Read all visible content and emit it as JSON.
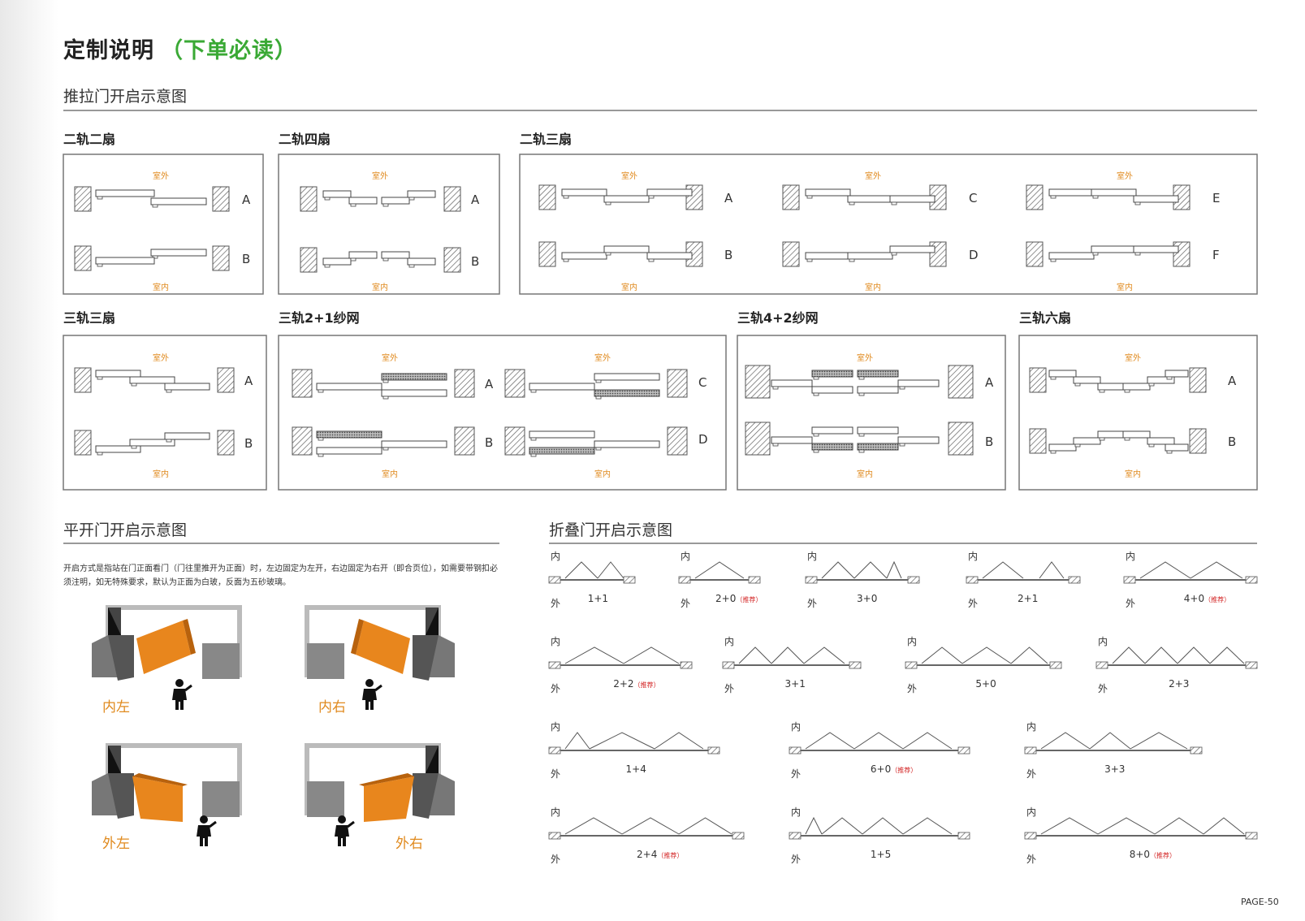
{
  "header": {
    "title_main": "定制说明",
    "title_green": "（下单必读）"
  },
  "sliding": {
    "title": "推拉门开启示意图",
    "outdoor": "室外",
    "indoor": "室内",
    "groups": {
      "g1": {
        "name": "二轨二扇",
        "labels": [
          "A",
          "B"
        ]
      },
      "g2": {
        "name": "二轨四扇",
        "labels": [
          "A",
          "B"
        ]
      },
      "g3": {
        "name": "二轨三扇",
        "labels": [
          "A",
          "B",
          "C",
          "D",
          "E",
          "F"
        ]
      },
      "g4": {
        "name": "三轨三扇",
        "labels": [
          "A",
          "B"
        ]
      },
      "g5": {
        "name": "三轨2+1纱网",
        "labels": [
          "A",
          "B",
          "C",
          "D"
        ]
      },
      "g6": {
        "name": "三轨4+2纱网",
        "labels": [
          "A",
          "B"
        ]
      },
      "g7": {
        "name": "三轨六扇",
        "labels": [
          "A",
          "B"
        ]
      }
    }
  },
  "swing": {
    "title": "平开门开启示意图",
    "desc": "开启方式是指站在门正面看门（门往里推开为正面）时，左边固定为左开，右边固定为右开（即合页位），如需要带钢扣必须注明，如无特殊要求，默认为正面为白玻，反面为五砂玻璃。",
    "items": [
      "内左",
      "内右",
      "外左",
      "外右"
    ]
  },
  "folding": {
    "title": "折叠门开启示意图",
    "inside": "内",
    "outside": "外",
    "recommend": "（推荐）",
    "items": [
      "1+1",
      "2+0",
      "3+0",
      "2+1",
      "4+0",
      "2+2",
      "3+1",
      "5+0",
      "2+3",
      "1+4",
      "6+0",
      "3+3",
      "2+4",
      "1+5",
      "8+0"
    ]
  },
  "footer": {
    "page": "PAGE-50"
  }
}
